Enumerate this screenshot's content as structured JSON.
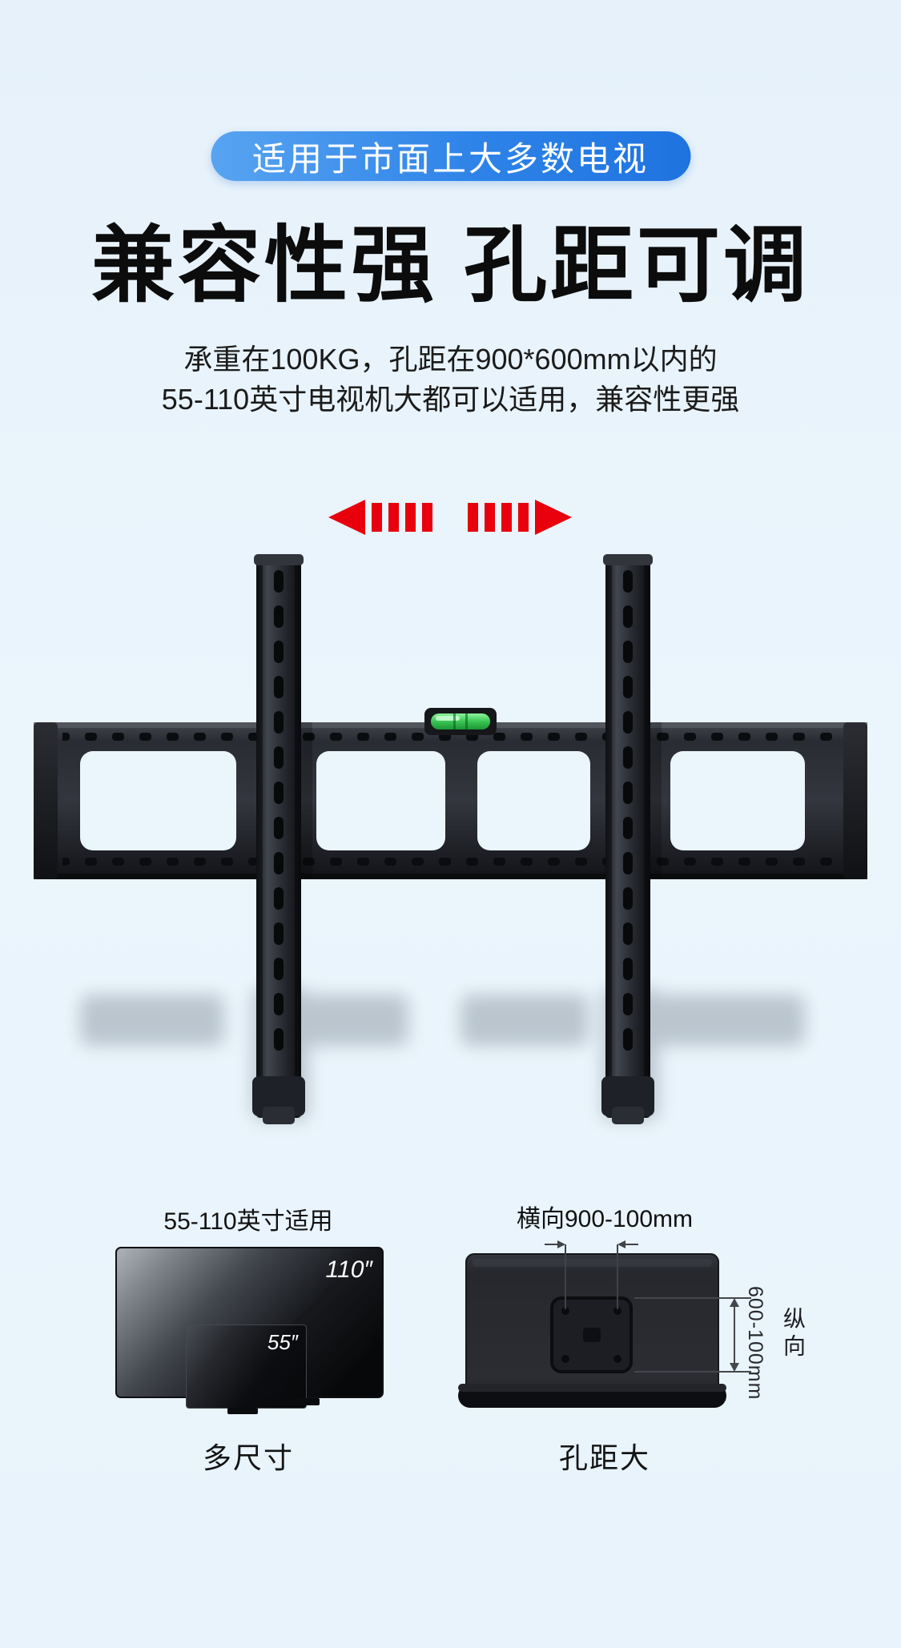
{
  "header": {
    "badge": "适用于市面上大多数电视",
    "title": "兼容性强 孔距可调",
    "description_line1": "承重在100KG，孔距在900*600mm以内的",
    "description_line2": "55-110英寸电视机大都可以适用，兼容性更强"
  },
  "product": {
    "main_image": "black-tv-wall-mount-bracket-with-bubble-level",
    "adjust_icon": "red-double-headed-width-arrow"
  },
  "features": {
    "left": {
      "heading": "55-110英寸适用",
      "size_max": "110″",
      "size_min": "55″",
      "caption": "多尺寸",
      "diag_icon": "double-headed-diagonal-resize-arrow"
    },
    "right": {
      "heading": "横向900-100mm",
      "vertical_range": "600-100mm",
      "vertical_label": "纵向",
      "caption": "孔距大"
    }
  },
  "colors": {
    "background": "#e9f3fb",
    "badge_blue_start": "#58a4f1",
    "badge_blue_end": "#1f73e0",
    "accent_red": "#e8000d",
    "text_dark": "#111111",
    "level_green": "#3ec75a"
  }
}
